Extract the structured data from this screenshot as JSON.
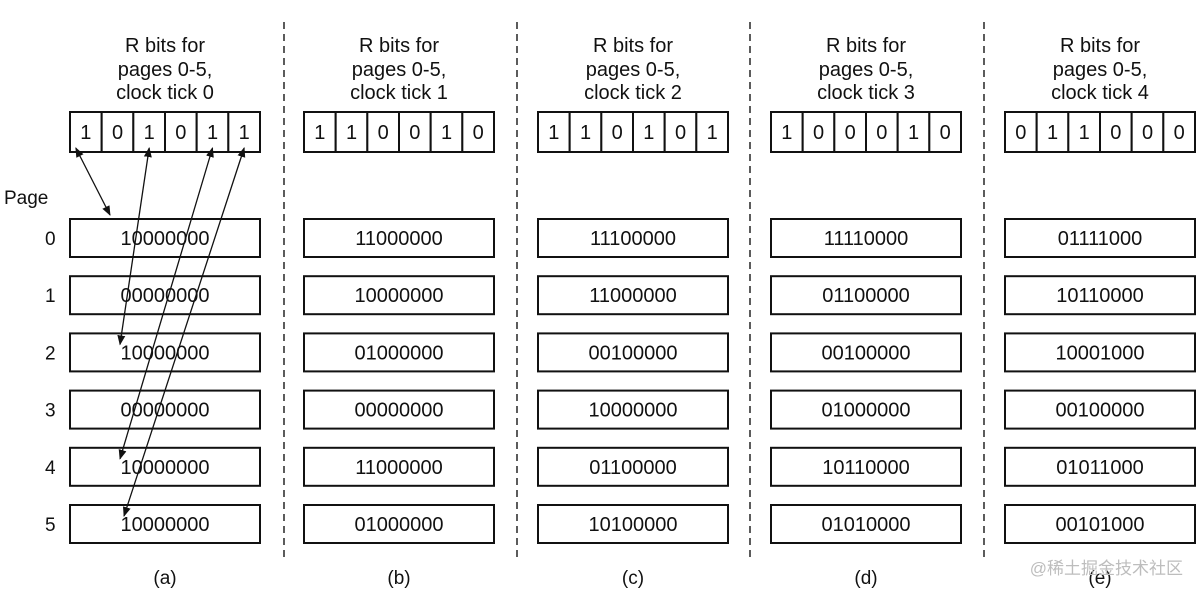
{
  "page_label": "Page",
  "page_numbers": [
    "0",
    "1",
    "2",
    "3",
    "4",
    "5"
  ],
  "columns": [
    {
      "title": [
        "R bits for",
        "pages 0-5,",
        "clock tick 0"
      ],
      "bits": [
        "1",
        "0",
        "1",
        "0",
        "1",
        "1"
      ],
      "registers": [
        "10000000",
        "00000000",
        "10000000",
        "00000000",
        "10000000",
        "10000000"
      ],
      "label": "(a)"
    },
    {
      "title": [
        "R bits for",
        "pages 0-5,",
        "clock tick 1"
      ],
      "bits": [
        "1",
        "1",
        "0",
        "0",
        "1",
        "0"
      ],
      "registers": [
        "11000000",
        "10000000",
        "01000000",
        "00000000",
        "11000000",
        "01000000"
      ],
      "label": "(b)"
    },
    {
      "title": [
        "R bits for",
        "pages 0-5,",
        "clock tick 2"
      ],
      "bits": [
        "1",
        "1",
        "0",
        "1",
        "0",
        "1"
      ],
      "registers": [
        "11100000",
        "11000000",
        "00100000",
        "10000000",
        "01100000",
        "10100000"
      ],
      "label": "(c)"
    },
    {
      "title": [
        "R bits for",
        "pages 0-5,",
        "clock tick 3"
      ],
      "bits": [
        "1",
        "0",
        "0",
        "0",
        "1",
        "0"
      ],
      "registers": [
        "11110000",
        "01100000",
        "00100000",
        "01000000",
        "10110000",
        "01010000"
      ],
      "label": "(d)"
    },
    {
      "title": [
        "R bits for",
        "pages 0-5,",
        "clock tick 4"
      ],
      "bits": [
        "0",
        "1",
        "1",
        "0",
        "0",
        "0"
      ],
      "registers": [
        "01111000",
        "10110000",
        "10001000",
        "00100000",
        "01011000",
        "00101000"
      ],
      "label": "(e)"
    }
  ],
  "arrows": [
    {
      "from_bit": 0,
      "to_page": 0
    },
    {
      "from_bit": 2,
      "to_page": 2
    },
    {
      "from_bit": 4,
      "to_page": 4
    },
    {
      "from_bit": 5,
      "to_page": 5
    }
  ],
  "watermark": "@稀土掘金技术社区"
}
